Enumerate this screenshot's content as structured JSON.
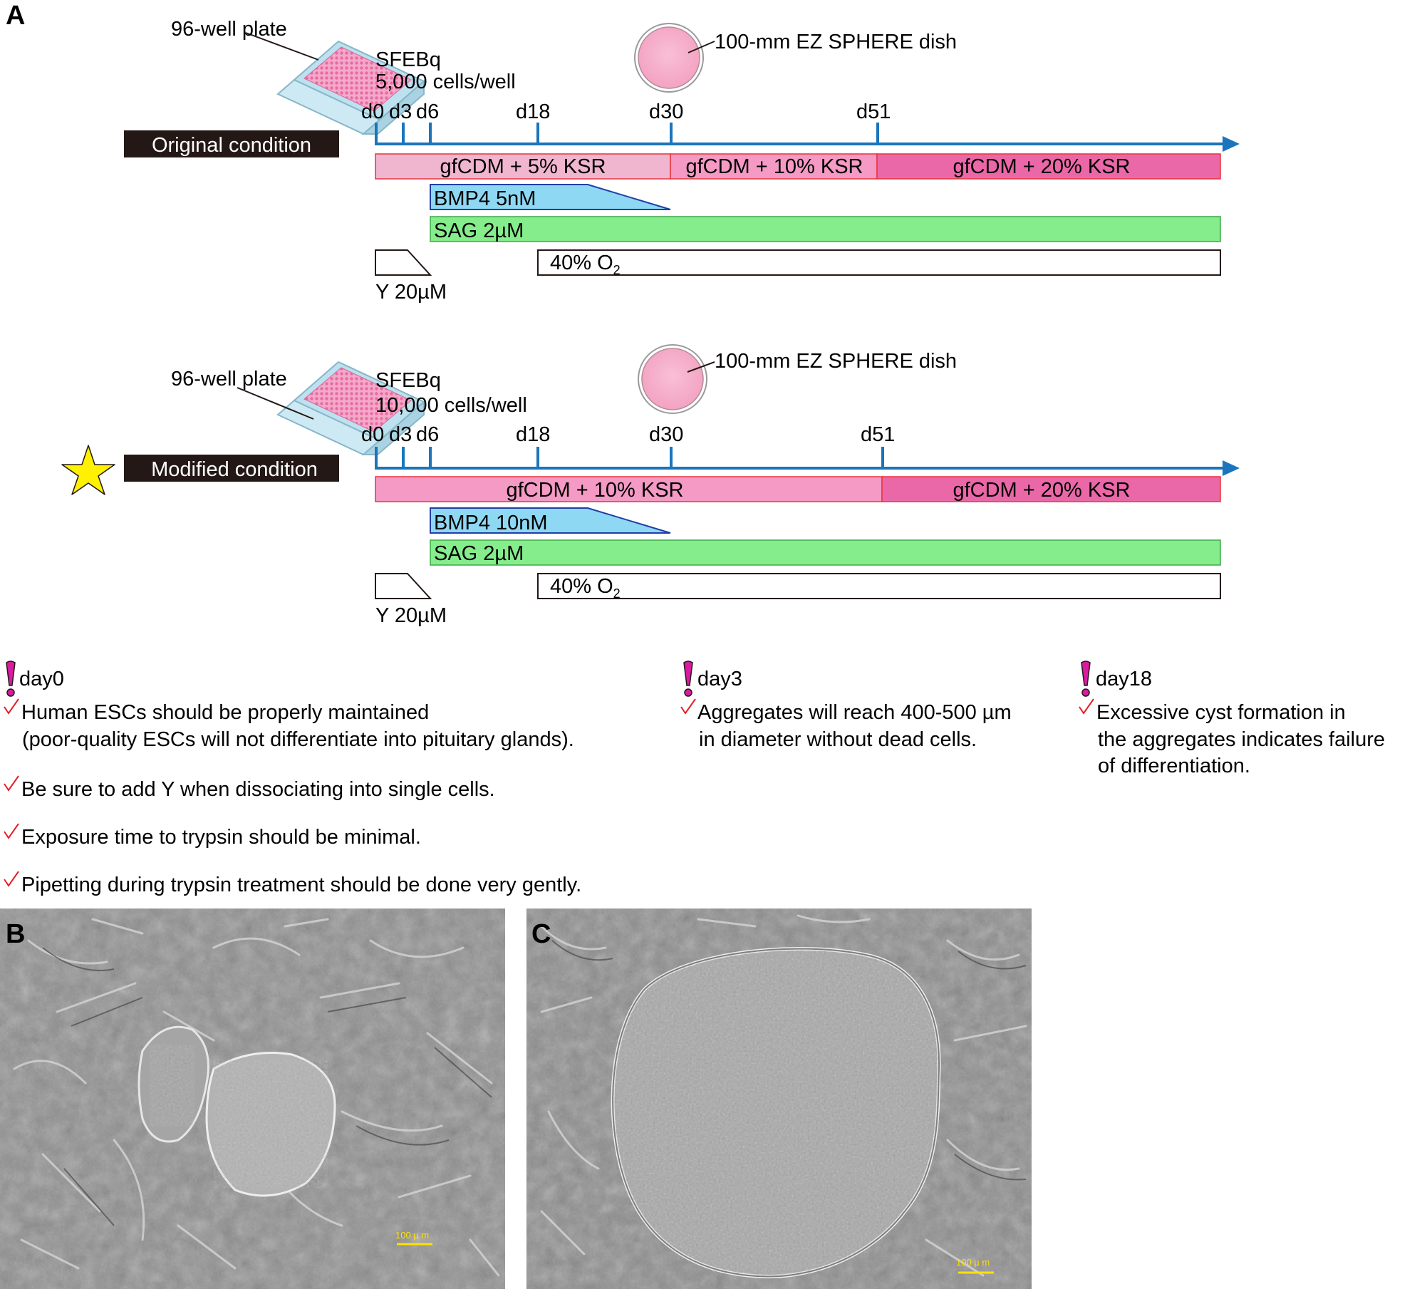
{
  "panel_a": {
    "label": "A",
    "original": {
      "condition": "Original condition",
      "plate_label": "96-well plate",
      "method": "SFEBq",
      "cells": "5,000 cells/well",
      "dish_label": "100-mm EZ SPHERE dish",
      "days": [
        "d0",
        "d3",
        "d6",
        "d18",
        "d30",
        "d51"
      ],
      "media": [
        "gfCDM + 5% KSR",
        "gfCDM + 10% KSR",
        "gfCDM + 20% KSR"
      ],
      "bmp4": "BMP4 5nM",
      "sag": "SAG 2µM",
      "o2": "40% O",
      "o2_sub": "2",
      "y": "Y 20µM"
    },
    "modified": {
      "condition": "Modified condition",
      "plate_label": "96-well plate",
      "method": "SFEBq",
      "cells": "10,000 cells/well",
      "dish_label": "100-mm EZ SPHERE dish",
      "days": [
        "d0",
        "d3",
        "d6",
        "d18",
        "d30",
        "d51"
      ],
      "media": [
        "gfCDM + 10% KSR",
        "gfCDM + 20% KSR"
      ],
      "bmp4": "BMP4 10nM",
      "sag": "SAG 2µM",
      "o2": "40% O",
      "o2_sub": "2",
      "y": "Y 20µM"
    }
  },
  "notes": [
    {
      "title": "day0",
      "items": [
        [
          "Human ESCs should be properly maintained",
          "(poor-quality ESCs will not differentiate into pituitary glands)."
        ],
        [
          "Be sure to add Y when dissociating into single cells."
        ],
        [
          "Exposure time to trypsin should be minimal."
        ],
        [
          "Pipetting during trypsin treatment should be done very gently."
        ]
      ]
    },
    {
      "title": "day3",
      "items": [
        [
          "Aggregates will reach 400-500 µm",
          "in diameter without dead cells."
        ]
      ]
    },
    {
      "title": "day18",
      "items": [
        [
          "Excessive cyst formation in",
          "the aggregates indicates failure",
          "of differentiation."
        ]
      ]
    }
  ],
  "panel_b": {
    "label": "B",
    "scale_bar": "100 µ m"
  },
  "panel_c": {
    "label": "C",
    "scale_bar": "100 µ m"
  },
  "colors": {
    "timeline": "#1a75bc",
    "medium_5": "#f0b5cf",
    "medium_10": "#f49ac4",
    "medium_20": "#ea68a8",
    "medium_border": "#e8323c",
    "bmp4": "#8fd8f4",
    "bmp4_border": "#1f3fa8",
    "sag": "#86ed8c",
    "sag_border": "#3aab48",
    "label_bg": "#231815",
    "check": "#e61d25",
    "alert": "#d81ba0",
    "star": "#fff100"
  },
  "icons": [
    "well-plate-icon",
    "petri-dish-icon",
    "star-icon",
    "exclamation-icon",
    "checkmark-icon"
  ]
}
